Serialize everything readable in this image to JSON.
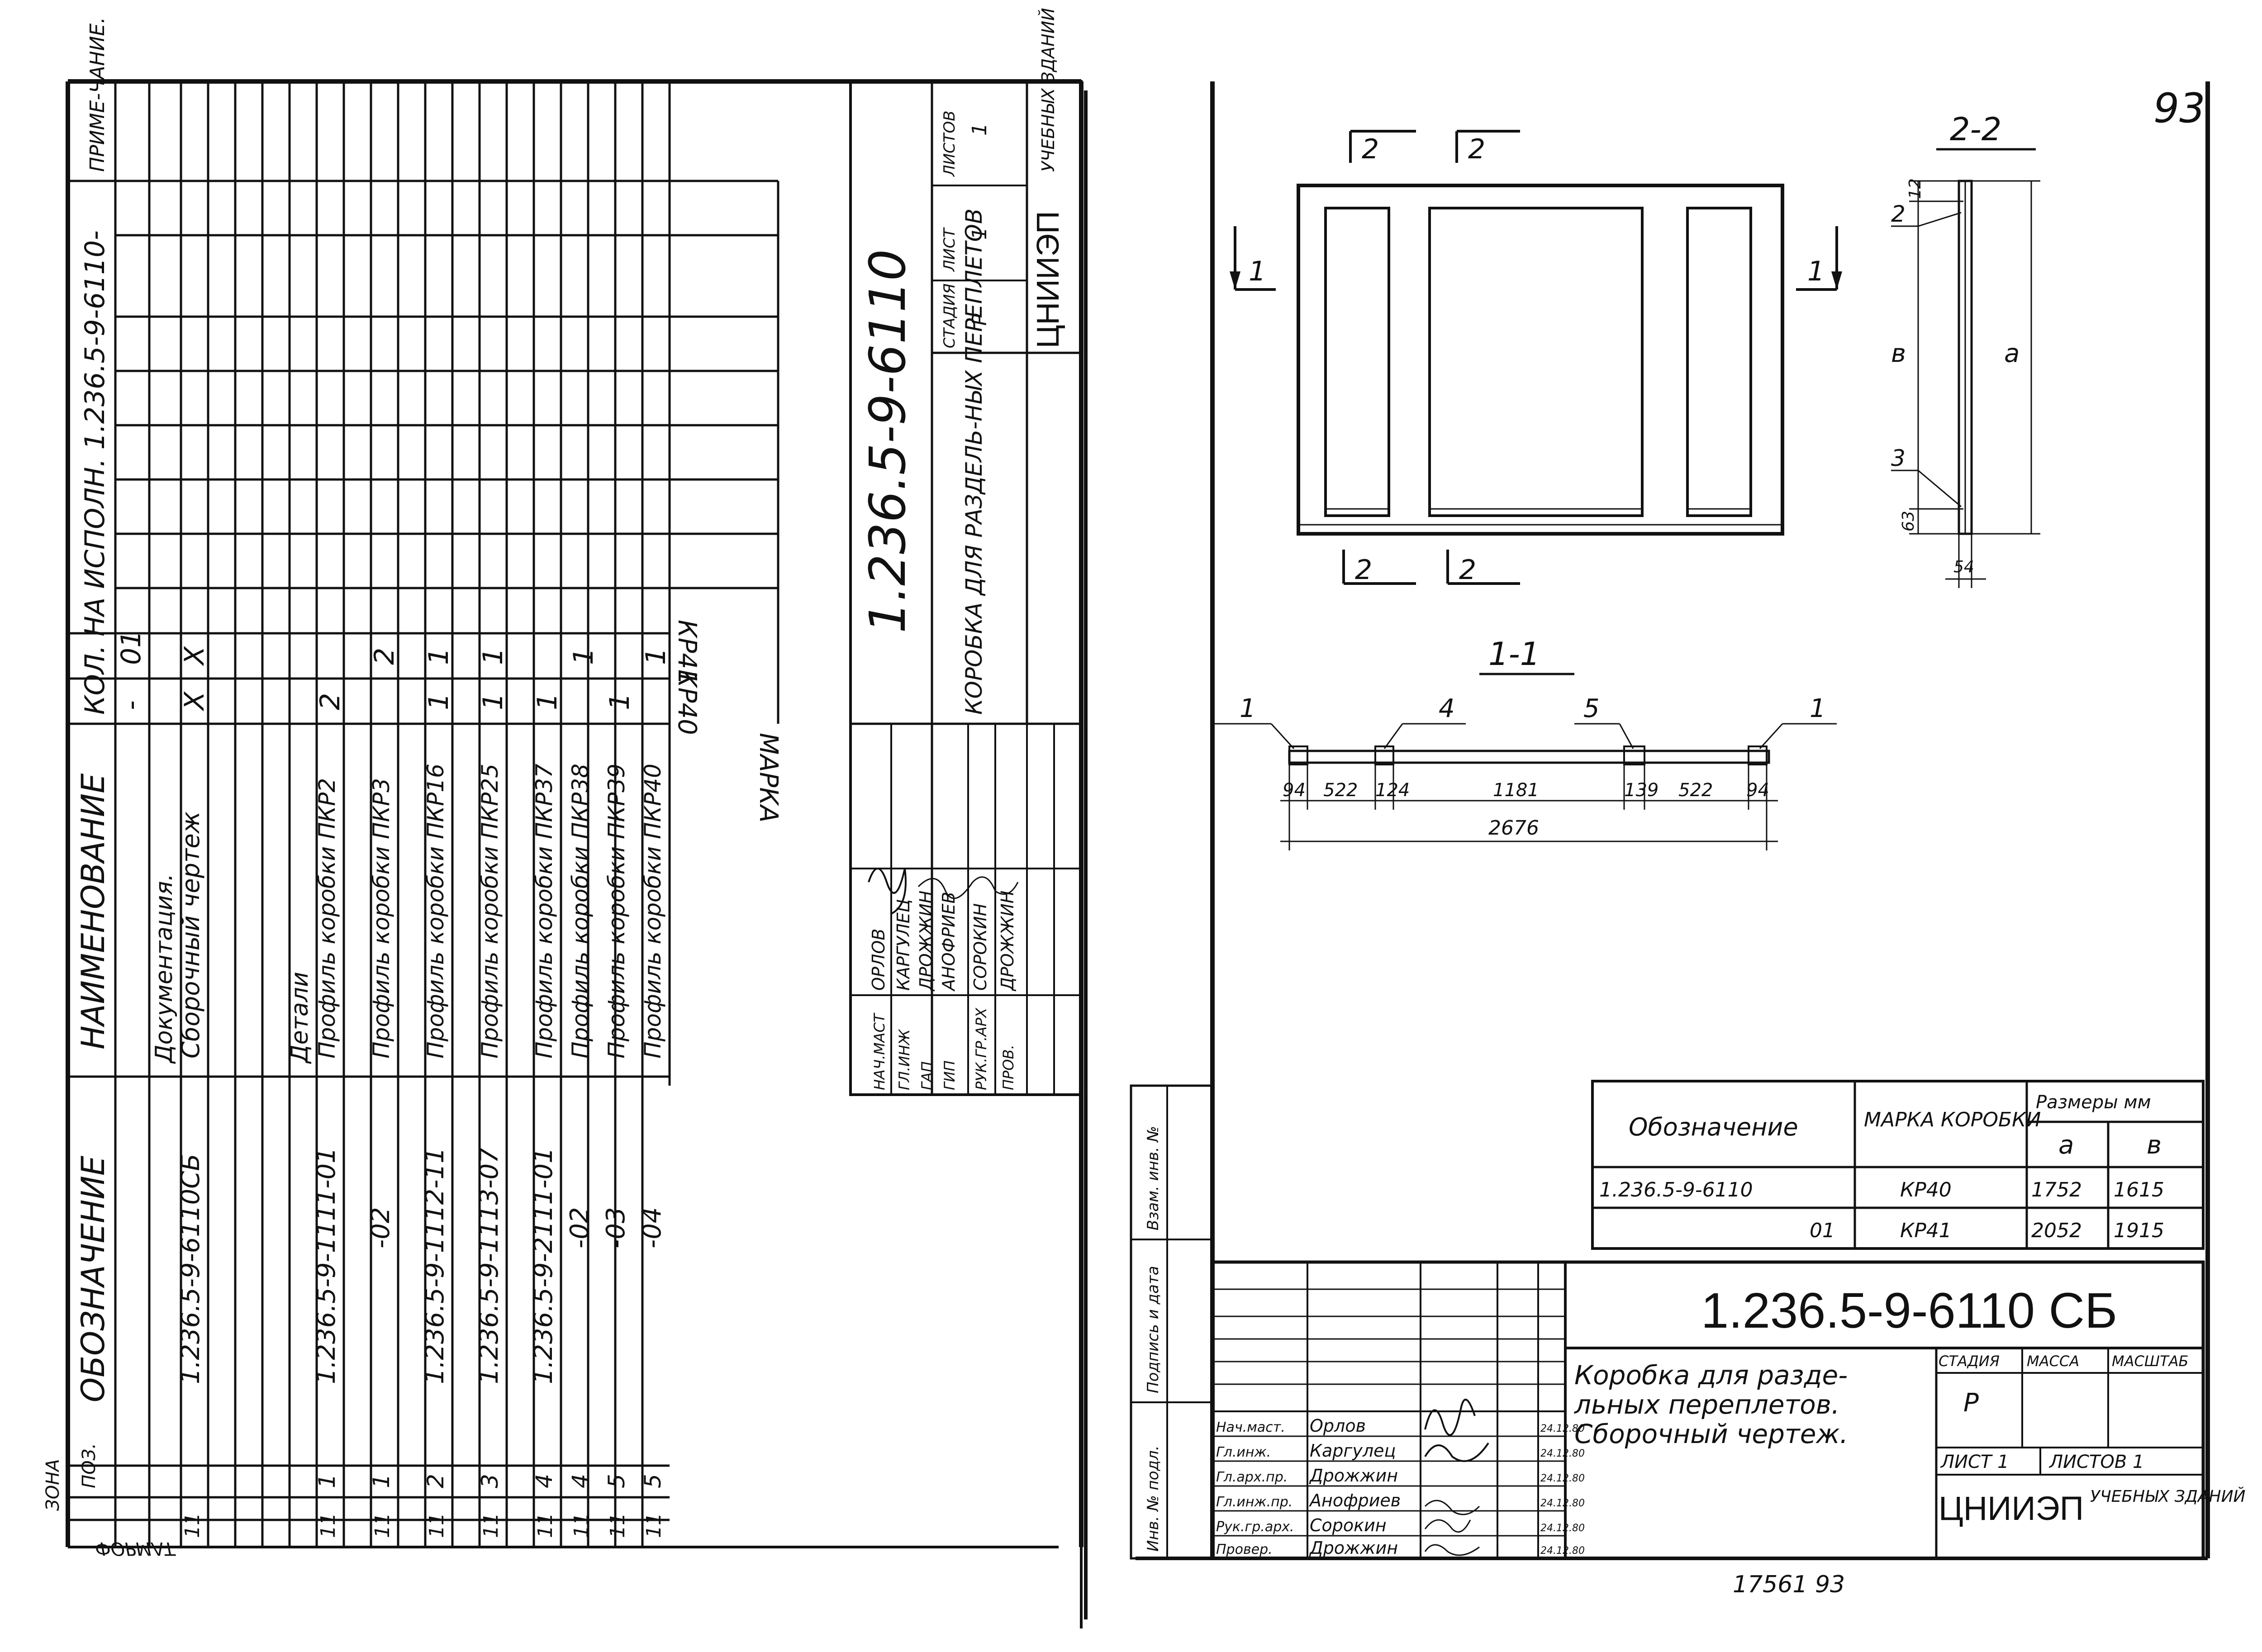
{
  "page_number": "93",
  "inventory_number": "17561  93",
  "left_sheet": {
    "spec_headers": {
      "format": "ФОРМАТ",
      "zone": "ЗОНА",
      "pos": "ПОЗ.",
      "designation": "ОБОЗНАЧЕНИЕ",
      "name": "НАИМЕНОВАНИЕ",
      "qty_header": "КОЛ. НА ИСПОЛН. 1.236.5-9-6110-",
      "note": "ПРИМЕ-ЧАНИЕ."
    },
    "exec_dash": "-",
    "exec_01": "01",
    "marka_label": "МАРКА",
    "mark_kr40": "КР40",
    "mark_kr41": "КР41",
    "section_docs": "Документация.",
    "section_details": "Детали",
    "rows": [
      {
        "format": "11",
        "pos": "",
        "designation": "1.236.5-9-6110СБ",
        "name": "Сборочный чертеж",
        "q1": "X",
        "q2": "X"
      },
      {
        "format": "11",
        "pos": "1",
        "designation": "1.236.5-9-1111-01",
        "name": "Профиль коробки ПКР2",
        "q1": "2",
        "q2": ""
      },
      {
        "format": "11",
        "pos": "1",
        "designation": "-02",
        "name": "Профиль коробки ПКР3",
        "q1": "",
        "q2": "2"
      },
      {
        "format": "11",
        "pos": "2",
        "designation": "1.236.5-9-1112-11",
        "name": "Профиль коробки ПКР16",
        "q1": "1",
        "q2": "1"
      },
      {
        "format": "11",
        "pos": "3",
        "designation": "1.236.5-9-1113-07",
        "name": "Профиль коробки ПКР25",
        "q1": "1",
        "q2": "1"
      },
      {
        "format": "11",
        "pos": "4",
        "designation": "1.236.5-9-2111-01",
        "name": "Профиль коробки ПКР37",
        "q1": "1",
        "q2": ""
      },
      {
        "format": "11",
        "pos": "4",
        "designation": "-02",
        "name": "Профиль коробки ПКР38",
        "q1": "",
        "q2": "1"
      },
      {
        "format": "11",
        "pos": "5",
        "designation": "-03",
        "name": "Профиль коробки ПКР39",
        "q1": "1",
        "q2": ""
      },
      {
        "format": "11",
        "pos": "5",
        "designation": "-04",
        "name": "Профиль коробки ПКР40",
        "q1": "",
        "q2": "1"
      }
    ],
    "title_block": {
      "code": "1.236.5-9-6110",
      "title": "КОРОБКА ДЛЯ РАЗДЕЛЬ-НЫХ ПЕРЕПЛЕТОВ",
      "stage_label": "СТАДИЯ",
      "sheet_label": "ЛИСТ",
      "sheets_label": "ЛИСТОВ",
      "stage": "Р",
      "sheet": "1",
      "sheets": "1",
      "org": "ЦНИИЭП",
      "org_sub": "УЧЕБНЫХ ЗДАНИЙ",
      "staff": [
        {
          "role": "НАЧ.МАСТ",
          "name": "ОРЛОВ"
        },
        {
          "role": "ГЛ.ИНЖ",
          "name": "КАРГУЛЕЦ"
        },
        {
          "role": "ГАП",
          "name": "ДРОЖЖИН"
        },
        {
          "role": "ГИП",
          "name": "АНОФРИЕВ"
        },
        {
          "role": "РУК.ГР.АРХ",
          "name": "СОРОКИН"
        },
        {
          "role": "ПРОВ.",
          "name": "ДРОЖЖИН"
        }
      ]
    }
  },
  "right_sheet": {
    "section_labels": {
      "s1": "1",
      "s2": "2",
      "title_1_1": "1-1",
      "title_2_2": "2-2"
    },
    "dim_2_2": {
      "top": "12",
      "b": "в",
      "a": "а",
      "bottom": "63",
      "width": "54",
      "p2": "2",
      "p3": "3"
    },
    "dim_1_1": {
      "d1": "94",
      "d2": "522",
      "d3": "124",
      "d4": "1181",
      "d5": "139",
      "d6": "522",
      "d7": "94",
      "total": "2676",
      "p1": "1",
      "p4": "4",
      "p5": "5"
    },
    "size_table": {
      "h_designation": "Обозначение",
      "h_mark": "МАРКА КОРОБКИ",
      "h_sizes": "Размеры мм",
      "h_a": "а",
      "h_b": "в",
      "rows": [
        {
          "designation": "1.236.5-9-6110",
          "mark": "КР40",
          "a": "1752",
          "b": "1615"
        },
        {
          "designation": "01",
          "mark": "КР41",
          "a": "2052",
          "b": "1915"
        }
      ]
    },
    "side_stamp": {
      "inv": "Инв. № подл.",
      "sign_date": "Подпись и дата",
      "interchange": "Взам. инв. №"
    },
    "title_block": {
      "code": "1.236.5-9-6110 СБ",
      "title_line1": "Коробка для разде-",
      "title_line2": "льных переплетов.",
      "title_line3": "Сборочный чертеж.",
      "stage_label": "СТАДИЯ",
      "mass_label": "МАССА",
      "scale_label": "МАСШТАБ",
      "stage": "Р",
      "sheet_text": "ЛИСТ 1",
      "sheets_text": "ЛИСТОВ 1",
      "org": "ЦНИИЭП",
      "org_sub": "УЧЕБНЫХ ЗДАНИЙ",
      "staff": [
        {
          "role": "Нач.маст.",
          "name": "Орлов",
          "date": "24.12.80"
        },
        {
          "role": "Гл.инж.",
          "name": "Каргулец",
          "date": "24.12.80"
        },
        {
          "role": "Гл.арх.пр.",
          "name": "Дрожжин",
          "date": "24.12.80"
        },
        {
          "role": "Гл.инж.пр.",
          "name": "Анофриев",
          "date": "24.12.80"
        },
        {
          "role": "Рук.гр.арх.",
          "name": "Сорокин",
          "date": "24.12.80"
        },
        {
          "role": "Провер.",
          "name": "Дрожжин",
          "date": "24.12.80"
        }
      ]
    }
  }
}
